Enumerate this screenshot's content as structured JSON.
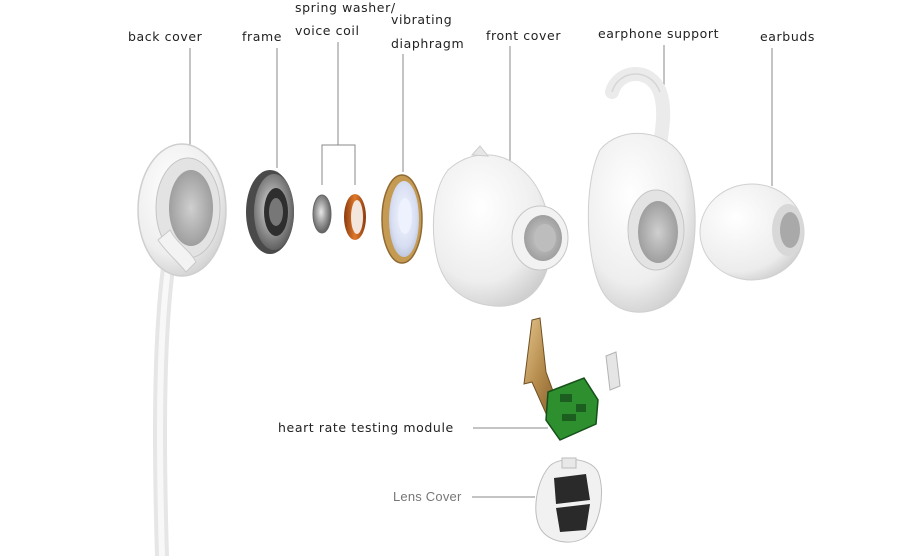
{
  "labels": {
    "back_cover": "back cover",
    "frame": "frame",
    "spring_washer": "spring washer/",
    "voice_coil": "voice coil",
    "vibrating": "vibrating",
    "diaphragm": "diaphragm",
    "front_cover": "front cover",
    "earphone_support": "earphone support",
    "earbuds": "earbuds",
    "heart_rate_module": "heart rate testing module",
    "lens_cover": "Lens Cover"
  }
}
